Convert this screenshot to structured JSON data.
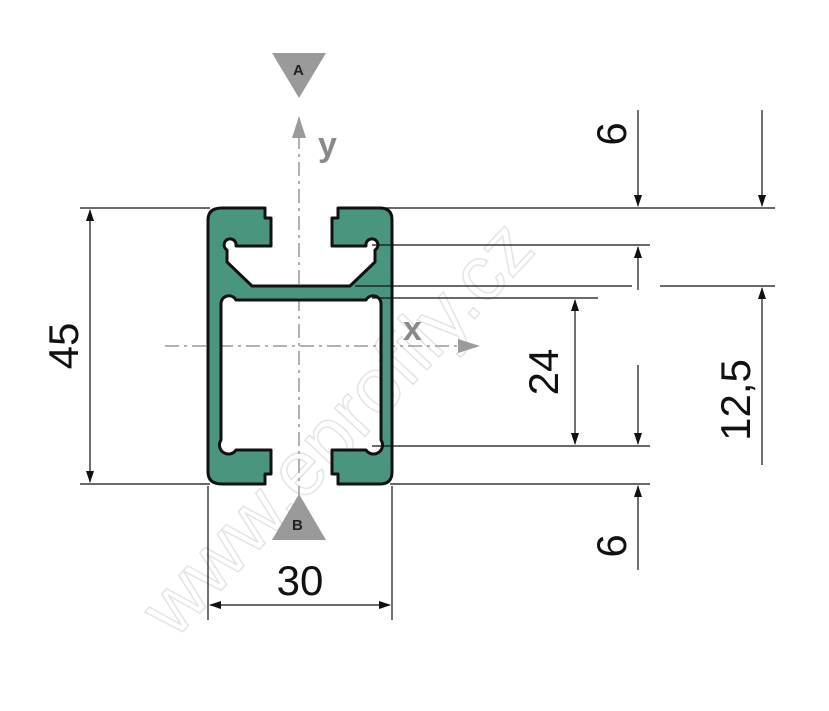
{
  "title": "Profile cross-section drawing",
  "watermark": "www.eprofily.cz",
  "colors": {
    "profile_fill": "#4a9580",
    "outline": "#111111",
    "axis": "#9a9a9a"
  },
  "axes": {
    "x_label": "x",
    "y_label": "y"
  },
  "markers": {
    "top": "A",
    "bottom": "B"
  },
  "dimensions": {
    "height": "45",
    "width": "30",
    "inner_height": "24",
    "offset": "12,5",
    "top_lip": "6",
    "bottom_lip": "6"
  }
}
